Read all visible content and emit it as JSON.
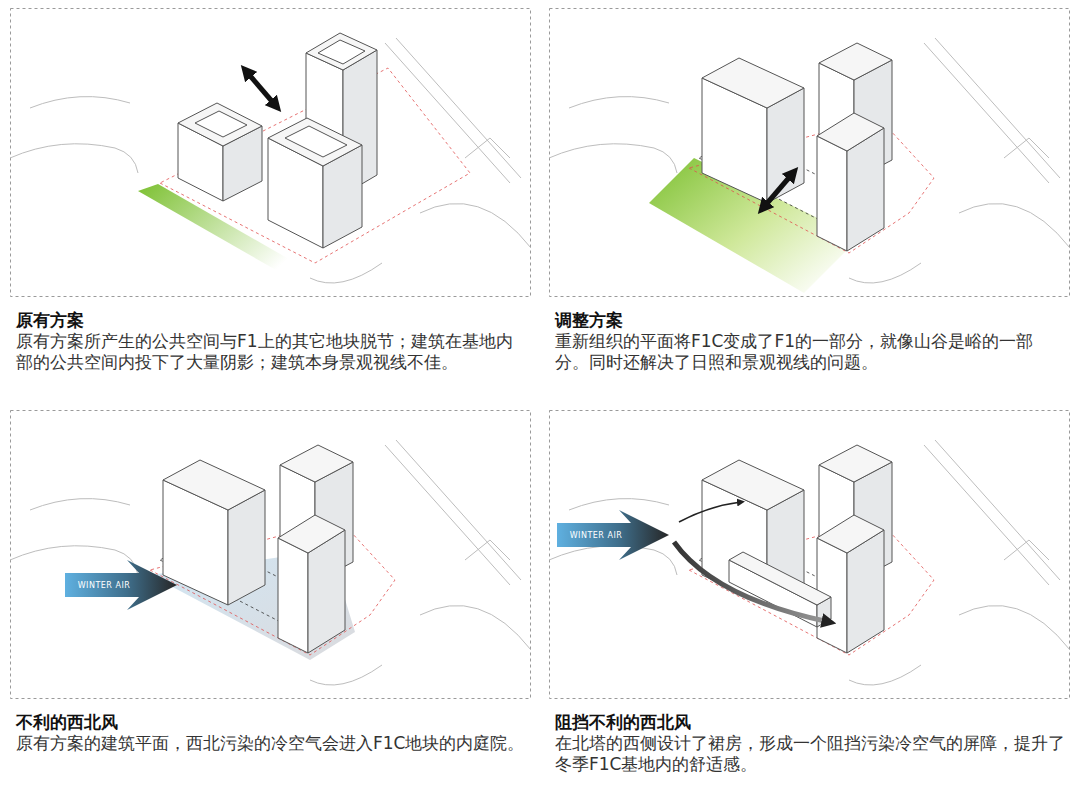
{
  "diagram": {
    "nodes": [
      {
        "text": [
          "原有方案",
          "原有方案所产生的公共空间与F1上的其它地块脱节；建筑在基地内部的公共空间内投下了大量阴影；建筑本身景观视线不佳。"
        ]
      },
      {
        "text": [
          "调整方案",
          "重新组织的平面将F1C变成了F1的一部分，就像山谷是峪的一部分。同时还解决了日照和景观视线的问题。"
        ]
      },
      {
        "text": [
          "不利的西北风",
          "原有方案的建筑平面，西北污染的冷空气会进入F1C地块的内庭院。"
        ]
      },
      {
        "text": [
          "WINTER AIR"
        ],
        "in": 2
      },
      {
        "text": [
          "阻挡不利的西北风",
          "在北塔的西侧设计了裙房，形成一个阻挡污染冷空气的屏障，提升了冬季F1C基地内的舒适感。"
        ]
      },
      {
        "text": [
          "WINTER AIR"
        ],
        "in": 4
      }
    ]
  }
}
